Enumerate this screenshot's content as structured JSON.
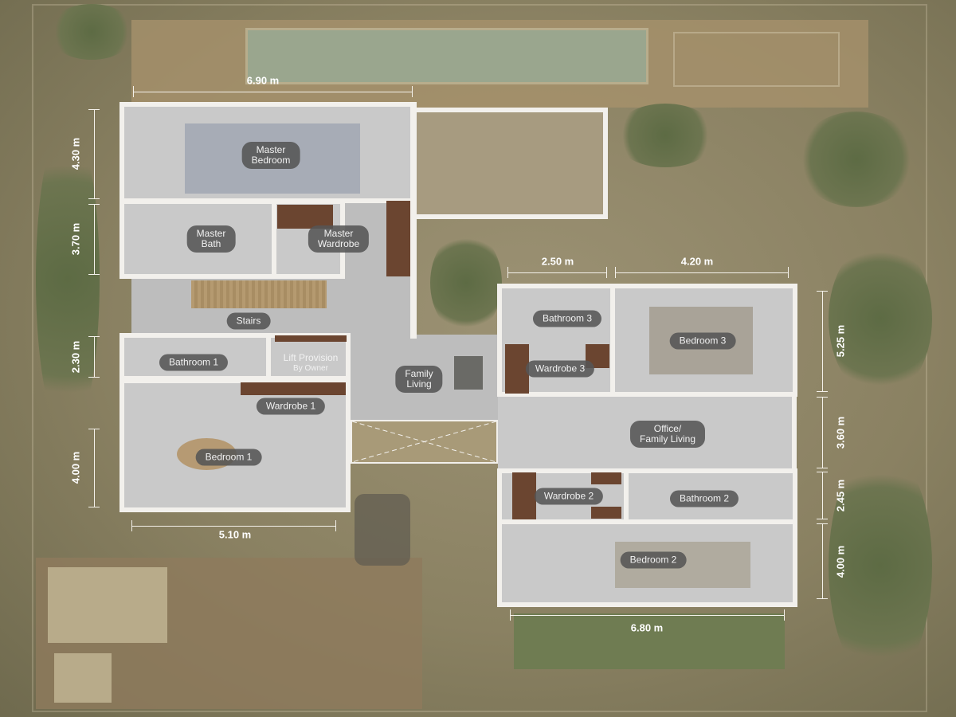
{
  "plan": {
    "rooms": [
      {
        "id": "master-bedroom",
        "lines": [
          "Master",
          "Bedroom"
        ]
      },
      {
        "id": "master-bath",
        "lines": [
          "Master",
          "Bath"
        ]
      },
      {
        "id": "master-wardrobe",
        "lines": [
          "Master",
          "Wardrobe"
        ]
      },
      {
        "id": "stairs",
        "lines": [
          "Stairs"
        ]
      },
      {
        "id": "bathroom-1",
        "lines": [
          "Bathroom 1"
        ]
      },
      {
        "id": "lift-provision",
        "lines": [
          "Lift Provision",
          "By Owner"
        ]
      },
      {
        "id": "family-living",
        "lines": [
          "Family",
          "Living"
        ]
      },
      {
        "id": "wardrobe-1",
        "lines": [
          "Wardrobe 1"
        ]
      },
      {
        "id": "bedroom-1",
        "lines": [
          "Bedroom 1"
        ]
      },
      {
        "id": "bathroom-3",
        "lines": [
          "Bathroom 3"
        ]
      },
      {
        "id": "bedroom-3",
        "lines": [
          "Bedroom 3"
        ]
      },
      {
        "id": "wardrobe-3",
        "lines": [
          "Wardrobe 3"
        ]
      },
      {
        "id": "office-family-living",
        "lines": [
          "Office/",
          "Family Living"
        ]
      },
      {
        "id": "wardrobe-2",
        "lines": [
          "Wardrobe 2"
        ]
      },
      {
        "id": "bathroom-2",
        "lines": [
          "Bathroom 2"
        ]
      },
      {
        "id": "bedroom-2",
        "lines": [
          "Bedroom 2"
        ]
      }
    ],
    "dimensions": [
      {
        "id": "master-width",
        "value": "6.90 m",
        "orient": "h"
      },
      {
        "id": "master-bedroom-depth",
        "value": "4.30 m",
        "orient": "v"
      },
      {
        "id": "master-bath-depth",
        "value": "3.70 m",
        "orient": "v"
      },
      {
        "id": "bathroom-1-depth",
        "value": "2.30 m",
        "orient": "v"
      },
      {
        "id": "bedroom-1-depth",
        "value": "4.00 m",
        "orient": "v"
      },
      {
        "id": "bedroom-1-width",
        "value": "5.10 m",
        "orient": "h"
      },
      {
        "id": "bathroom-3-width",
        "value": "2.50 m",
        "orient": "h"
      },
      {
        "id": "bedroom-3-width",
        "value": "4.20 m",
        "orient": "h"
      },
      {
        "id": "bedroom-3-depth",
        "value": "5.25 m",
        "orient": "v"
      },
      {
        "id": "office-depth",
        "value": "3.60 m",
        "orient": "v"
      },
      {
        "id": "bathroom-2-depth",
        "value": "2.45 m",
        "orient": "v"
      },
      {
        "id": "bedroom-2-depth",
        "value": "4.00 m",
        "orient": "v"
      },
      {
        "id": "bedroom-2-width",
        "value": "6.80 m",
        "orient": "h"
      }
    ]
  }
}
